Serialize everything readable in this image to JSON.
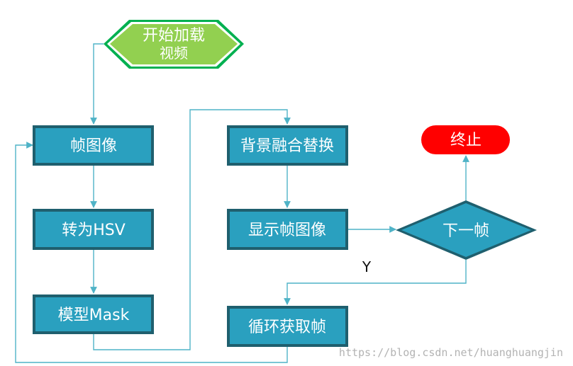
{
  "nodes": {
    "start_line1": "开始加载",
    "start_line2": "视频",
    "frame_image": "帧图像",
    "to_hsv": "转为HSV",
    "model_mask": "模型Mask",
    "bg_blend": "背景融合替换",
    "show_frame": "显示帧图像",
    "loop_get_frame": "循环获取帧",
    "next_frame": "下一帧",
    "end": "终止"
  },
  "labels": {
    "yes": "Y"
  },
  "watermark": "https://blog.csdn.net/huanghuangjin",
  "colors": {
    "start_fill": "#92d050",
    "start_border": "#00b050",
    "box_fill": "#2aa0bf",
    "box_border": "#1f5f6e",
    "end_fill": "#ff0000",
    "connector": "#4fb3c7"
  }
}
